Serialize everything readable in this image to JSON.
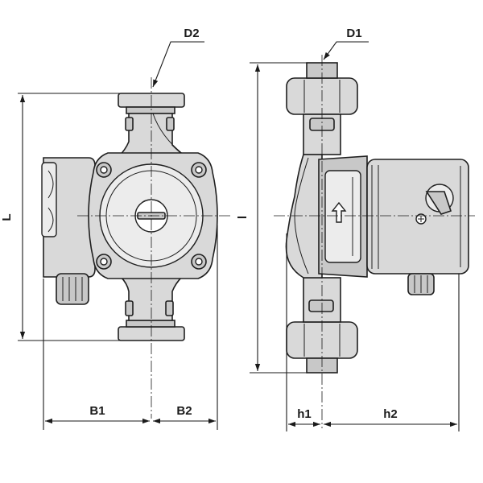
{
  "dimensions": {
    "d2": "D2",
    "d1": "D1",
    "l_front": "L",
    "l_side": "l",
    "b1": "B1",
    "b2": "B2",
    "h1": "h1",
    "h2": "h2"
  },
  "colors": {
    "line": "#1f1f1f",
    "body": "#d9d9d9",
    "shade": "#c8c8c8",
    "background": "#ffffff"
  }
}
